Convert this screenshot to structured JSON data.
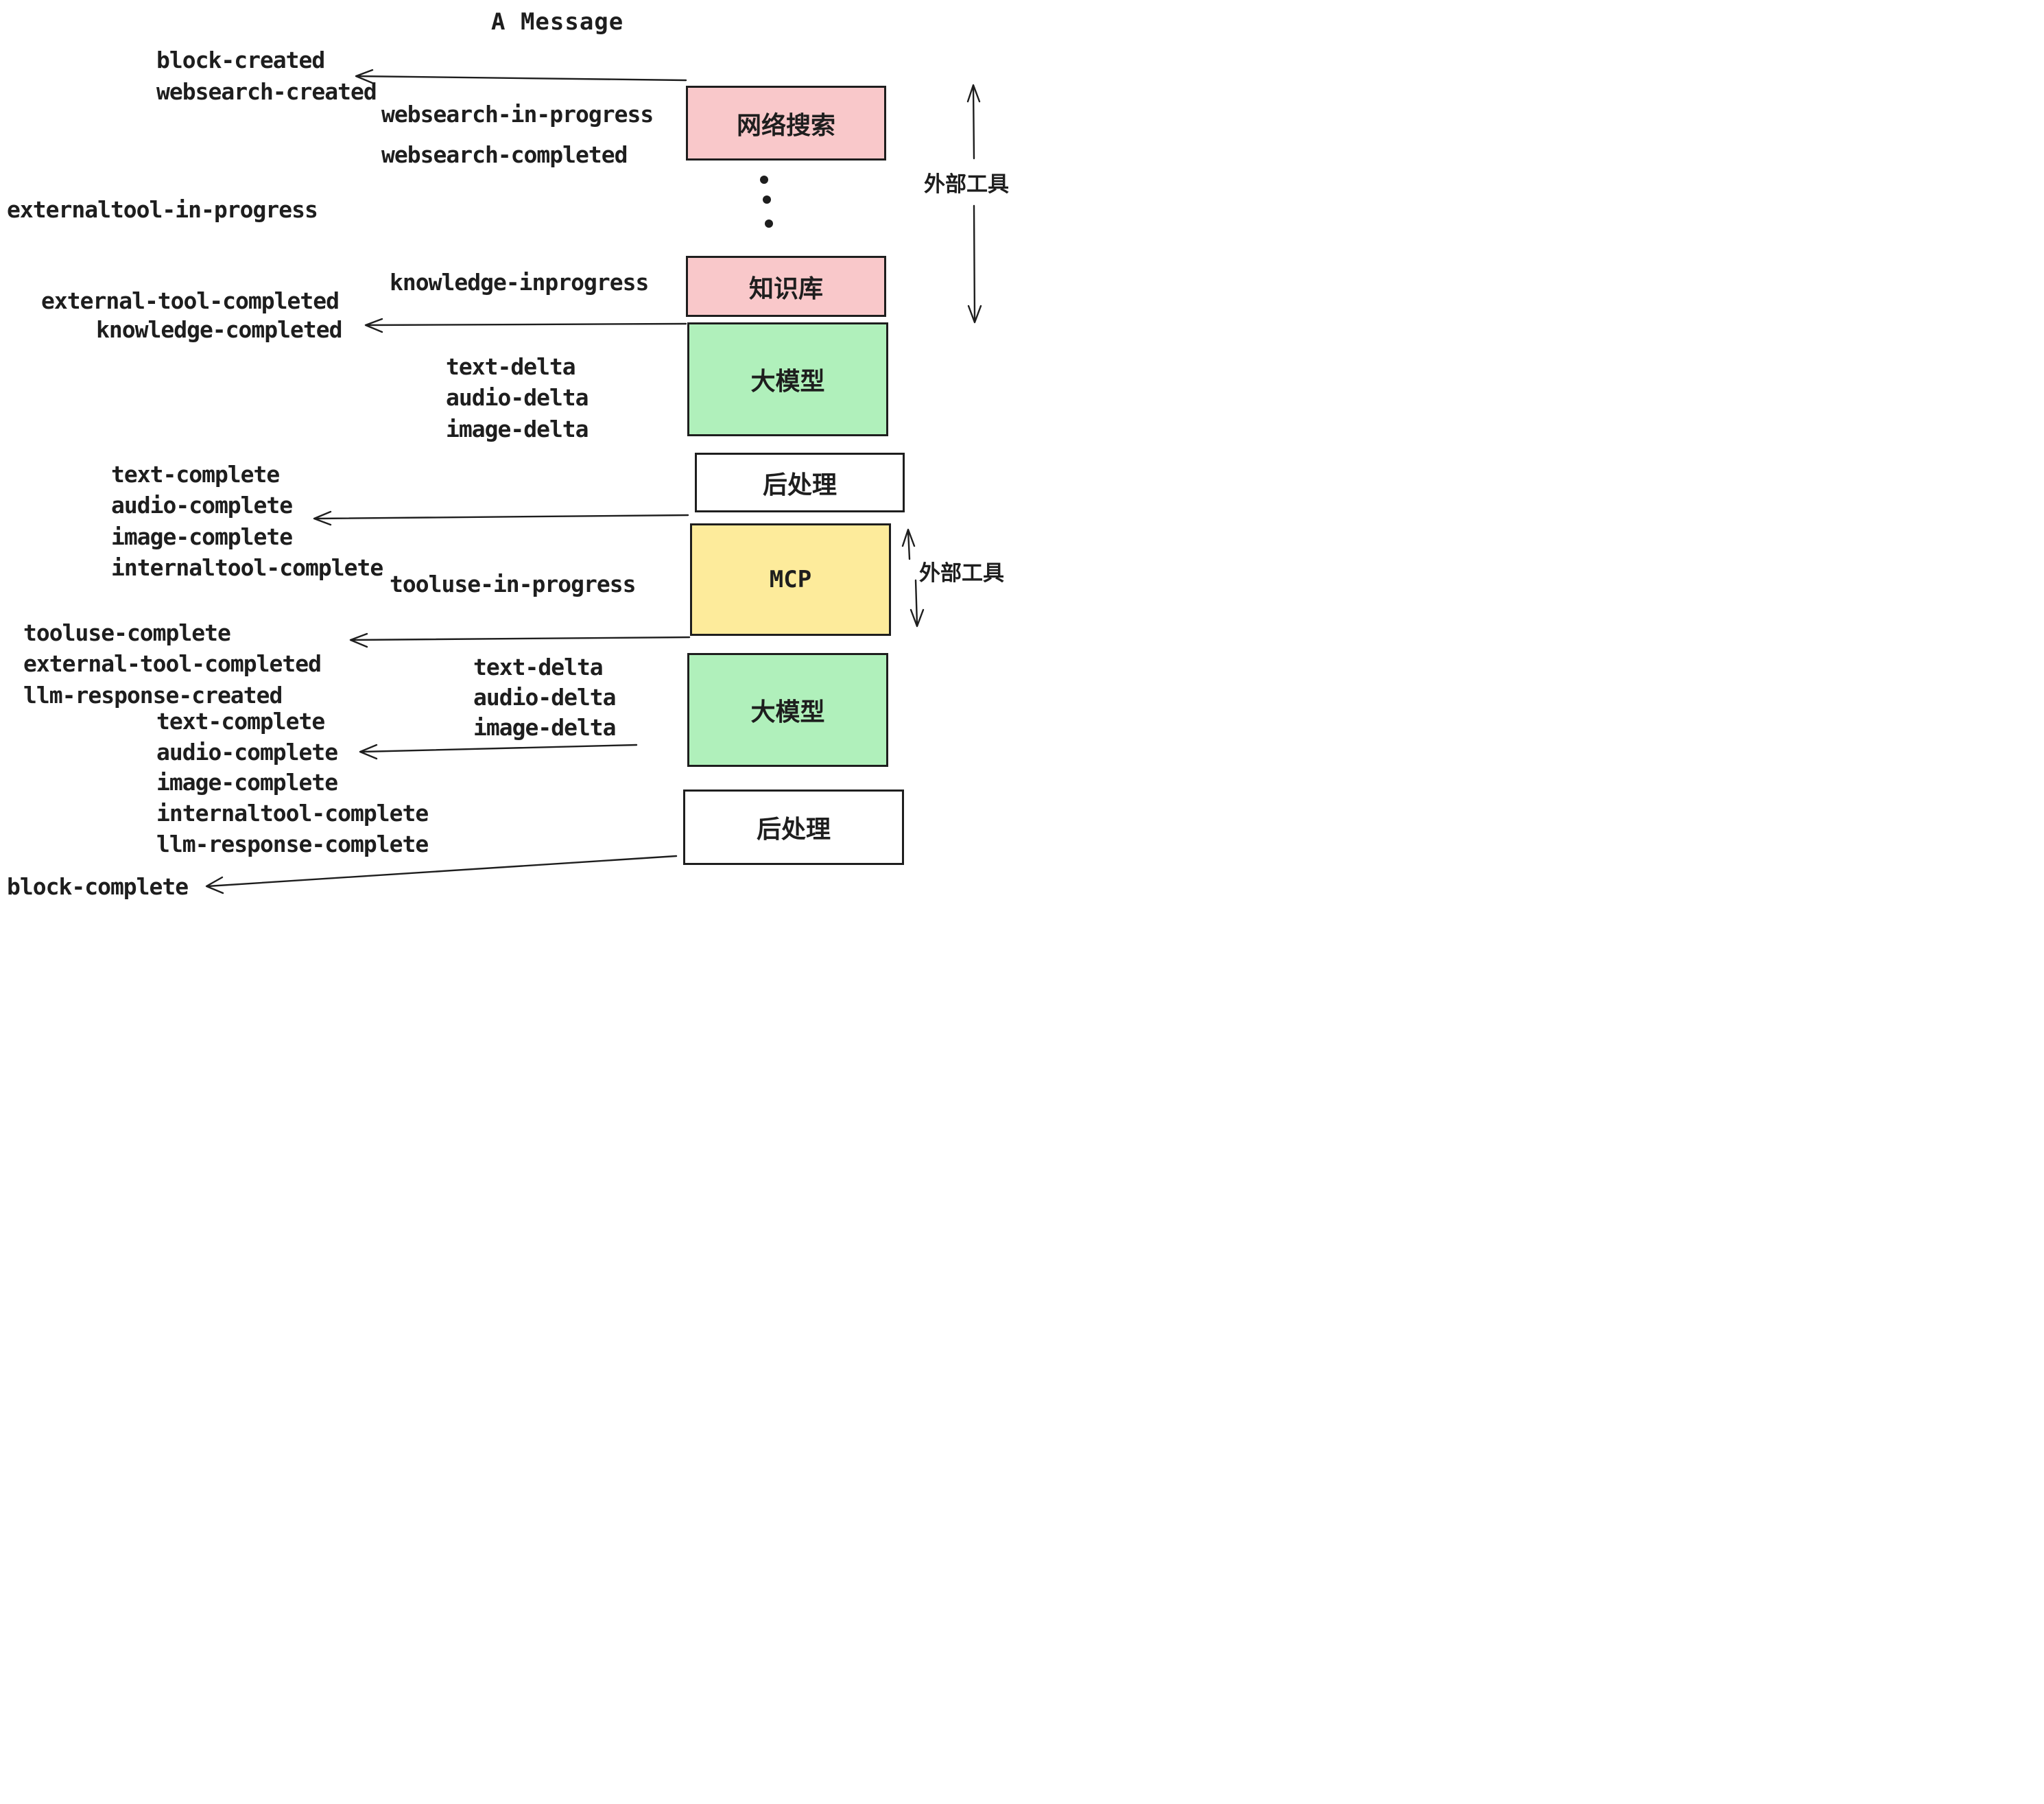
{
  "title": "A Message",
  "colors": {
    "ink": "#1e1e1e",
    "websearch_box": "#f9c8ca",
    "knowledge_box": "#f9c8ca",
    "llm_box": "#b0f0bb",
    "mcp_box": "#fdeb9b",
    "post_box": "#ffffff"
  },
  "boxes": {
    "websearch": "网络搜索",
    "knowledge": "知识库",
    "llm": "大模型",
    "post": "后处理",
    "mcp": "MCP"
  },
  "side_labels": {
    "external_tools_top": "外部工具",
    "external_tools_mcp": "外部工具"
  },
  "events": {
    "block_created": "block-created",
    "websearch_created": "websearch-created",
    "websearch_in_progress": "websearch-in-progress",
    "websearch_completed": "websearch-completed",
    "externaltool_in_progress": "externaltool-in-progress",
    "knowledge_inprogress": "knowledge-inprogress",
    "external_tool_completed": "external-tool-completed",
    "knowledge_completed": "knowledge-completed",
    "text_delta": "text-delta",
    "audio_delta": "audio-delta",
    "image_delta": "image-delta",
    "text_complete": "text-complete",
    "audio_complete": "audio-complete",
    "image_complete": "image-complete",
    "internaltool_complete": "internaltool-complete",
    "tooluse_in_progress": "tooluse-in-progress",
    "tooluse_complete": "tooluse-complete",
    "llm_response_created": "llm-response-created",
    "llm_response_complete": "llm-response-complete",
    "block_complete": "block-complete"
  }
}
